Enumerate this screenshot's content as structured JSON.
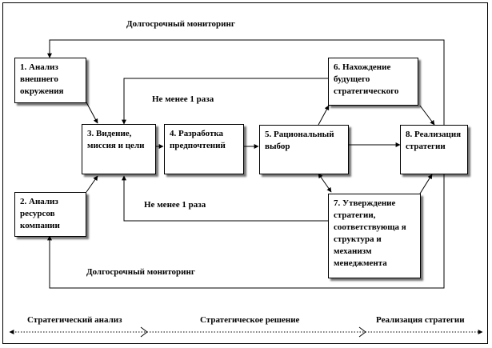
{
  "boxes": {
    "b1": "1. Анализ внешнего окружения",
    "b2": "2. Анализ ресурсов компании",
    "b3": "3. Видение, миссия и цели",
    "b4": "4. Разработка предпочтений",
    "b5": "5. Рациональный выбор",
    "b6": "6. Нахождение будущего стратегического",
    "b7": "7. Утверждение стратегии, соответствующа я структура и механизм менеджмента",
    "b8": "8. Реализация стратегии"
  },
  "labels": {
    "monitoring_top": "Долгосрочный мониторинг",
    "monitoring_bottom": "Долгосрочный мониторинг",
    "min_once_top": "Не менее 1 раза",
    "min_once_bottom": "Не менее 1 раза"
  },
  "phases": {
    "analysis": "Стратегический анализ",
    "decision": "Стратегическое решение",
    "implementation": "Реализация стратегии"
  }
}
